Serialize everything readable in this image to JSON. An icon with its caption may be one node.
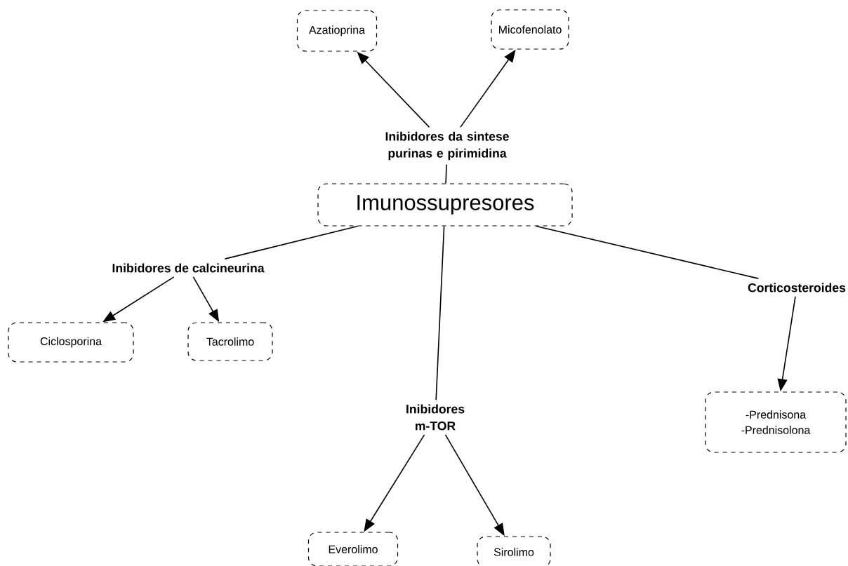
{
  "diagram": {
    "nodes": [
      {
        "text": [
          "Imunossupresores"
        ]
      },
      {
        "text": [
          "Inibidores da sintese purinas e pirimidina"
        ]
      },
      {
        "text": [
          "Azatioprina"
        ]
      },
      {
        "text": [
          "Micofenolato"
        ]
      },
      {
        "text": [
          "Inibidores de calcineurina"
        ]
      },
      {
        "text": [
          "Ciclosporina"
        ]
      },
      {
        "text": [
          "Tacrolimo"
        ]
      },
      {
        "text": [
          "Inibidores m-TOR"
        ]
      },
      {
        "text": [
          "Everolimo"
        ]
      },
      {
        "text": [
          "Sirolimo"
        ]
      },
      {
        "text": [
          "Corticosteroides"
        ]
      },
      {
        "text": [
          "-Prednisona -Prednisolona"
        ]
      }
    ],
    "edges": [
      {
        "from": 0,
        "to": 1,
        "arrow": "none"
      },
      {
        "from": 1,
        "to": 2,
        "arrow": "to"
      },
      {
        "from": 1,
        "to": 3,
        "arrow": "to"
      },
      {
        "from": 0,
        "to": 4,
        "arrow": "none"
      },
      {
        "from": 4,
        "to": 5,
        "arrow": "to"
      },
      {
        "from": 4,
        "to": 6,
        "arrow": "to"
      },
      {
        "from": 0,
        "to": 7,
        "arrow": "none"
      },
      {
        "from": 7,
        "to": 8,
        "arrow": "to"
      },
      {
        "from": 7,
        "to": 9,
        "arrow": "to"
      },
      {
        "from": 0,
        "to": 10,
        "arrow": "none"
      },
      {
        "from": 10,
        "to": 11,
        "arrow": "to"
      }
    ]
  }
}
